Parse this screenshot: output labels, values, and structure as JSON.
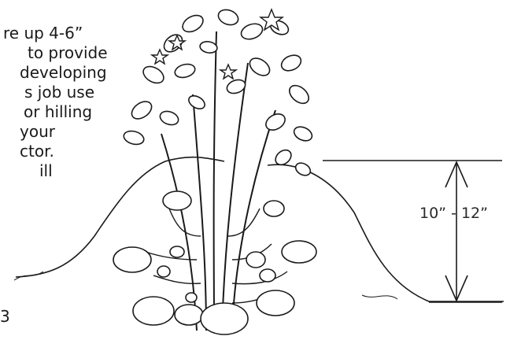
{
  "paragraph": {
    "lines": [
      "re up 4-6”",
      "to provide",
      "developing",
      "s job use",
      "or hilling",
      "your",
      "ctor.",
      "ill",
      "3"
    ]
  },
  "measurement": {
    "label": "10” - 12”"
  },
  "colors": {
    "ink": "#1a1a1a",
    "background": "#ffffff"
  }
}
